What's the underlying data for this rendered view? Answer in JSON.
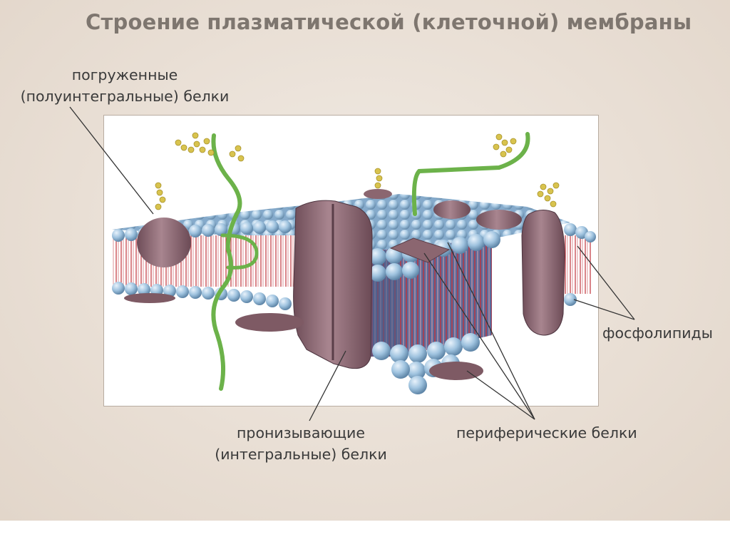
{
  "title": "Строение плазматической (клеточной) мембраны",
  "labels": {
    "immersed_line1": "погруженные",
    "immersed_line2": "(полуинтегральные) белки",
    "phospholipids": "фосфолипиды",
    "piercing_line1": "пронизывающие",
    "piercing_line2": "(интегральные) белки",
    "peripheral": "периферические белки"
  },
  "colors": {
    "background": "#e9dfd5",
    "title": "#7e766f",
    "label": "#3a3a3a",
    "lipid_head": "#9fc3df",
    "lipid_tail": "#c0323a",
    "protein": "#8b6670",
    "glycan": "#6cb24a",
    "sugar": "#d8c34e"
  }
}
